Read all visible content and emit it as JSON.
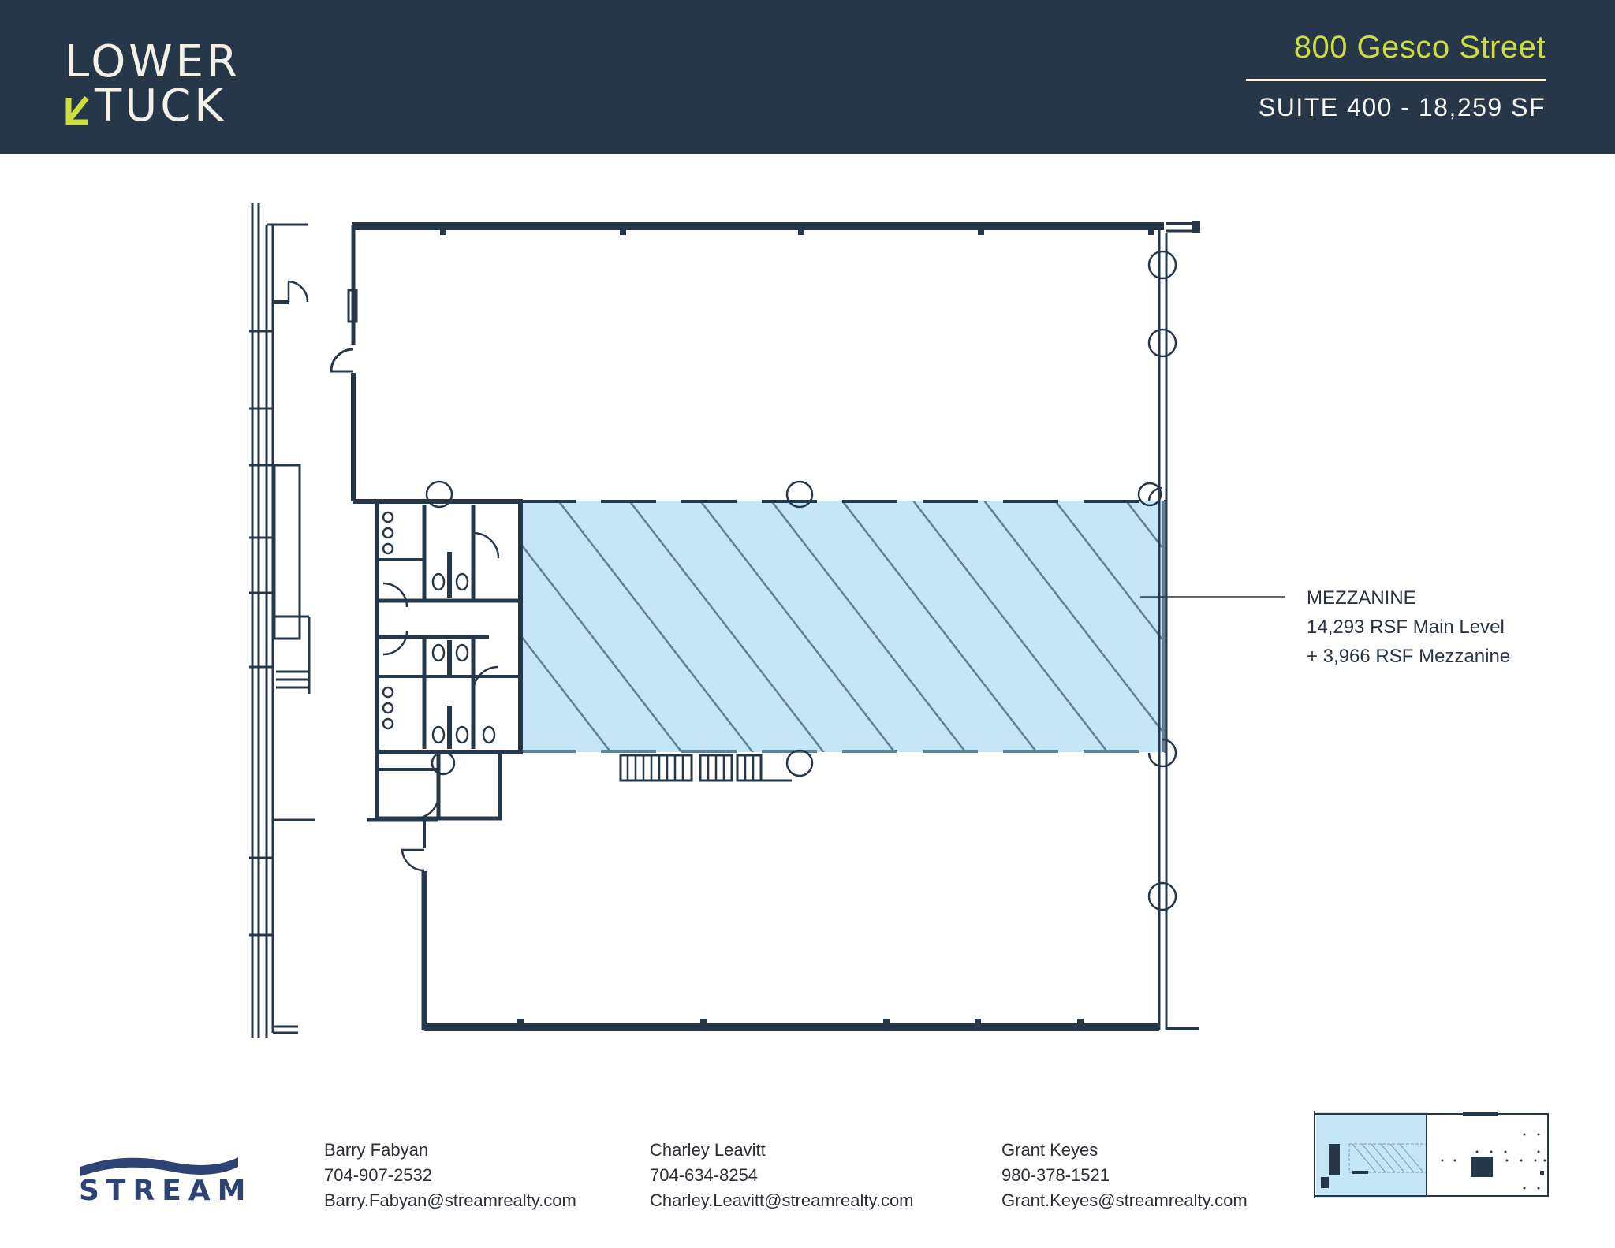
{
  "header": {
    "brand_line1": "LOWER",
    "brand_line2": "TUCK",
    "address": "800 Gesco Street",
    "suite": "SUITE 400 - 18,259 SF"
  },
  "callout": {
    "title": "MEZZANINE",
    "line1": "14,293 RSF Main Level",
    "line2": "+ 3,966 RSF Mezzanine"
  },
  "footer": {
    "company": "STREAM",
    "contacts": [
      {
        "name": "Barry Fabyan",
        "phone": "704-907-2532",
        "email": "Barry.Fabyan@streamrealty.com"
      },
      {
        "name": "Charley Leavitt",
        "phone": "704-634-8254",
        "email": "Charley.Leavitt@streamrealty.com"
      },
      {
        "name": "Grant Keyes",
        "phone": "980-378-1521",
        "email": "Grant.Keyes@streamrealty.com"
      }
    ]
  },
  "colors": {
    "header_bg": "#27374a",
    "accent_green": "#cddd3f",
    "wall": "#27374a",
    "mezzanine_fill": "#c4e6f7",
    "hatch": "#5f8196",
    "stream_blue": "#2d4373"
  },
  "icons": {
    "brand_arrow": "arrow-down-left-icon",
    "stream_wave": "wave-icon",
    "key_plan": "key-plan-thumbnail"
  }
}
